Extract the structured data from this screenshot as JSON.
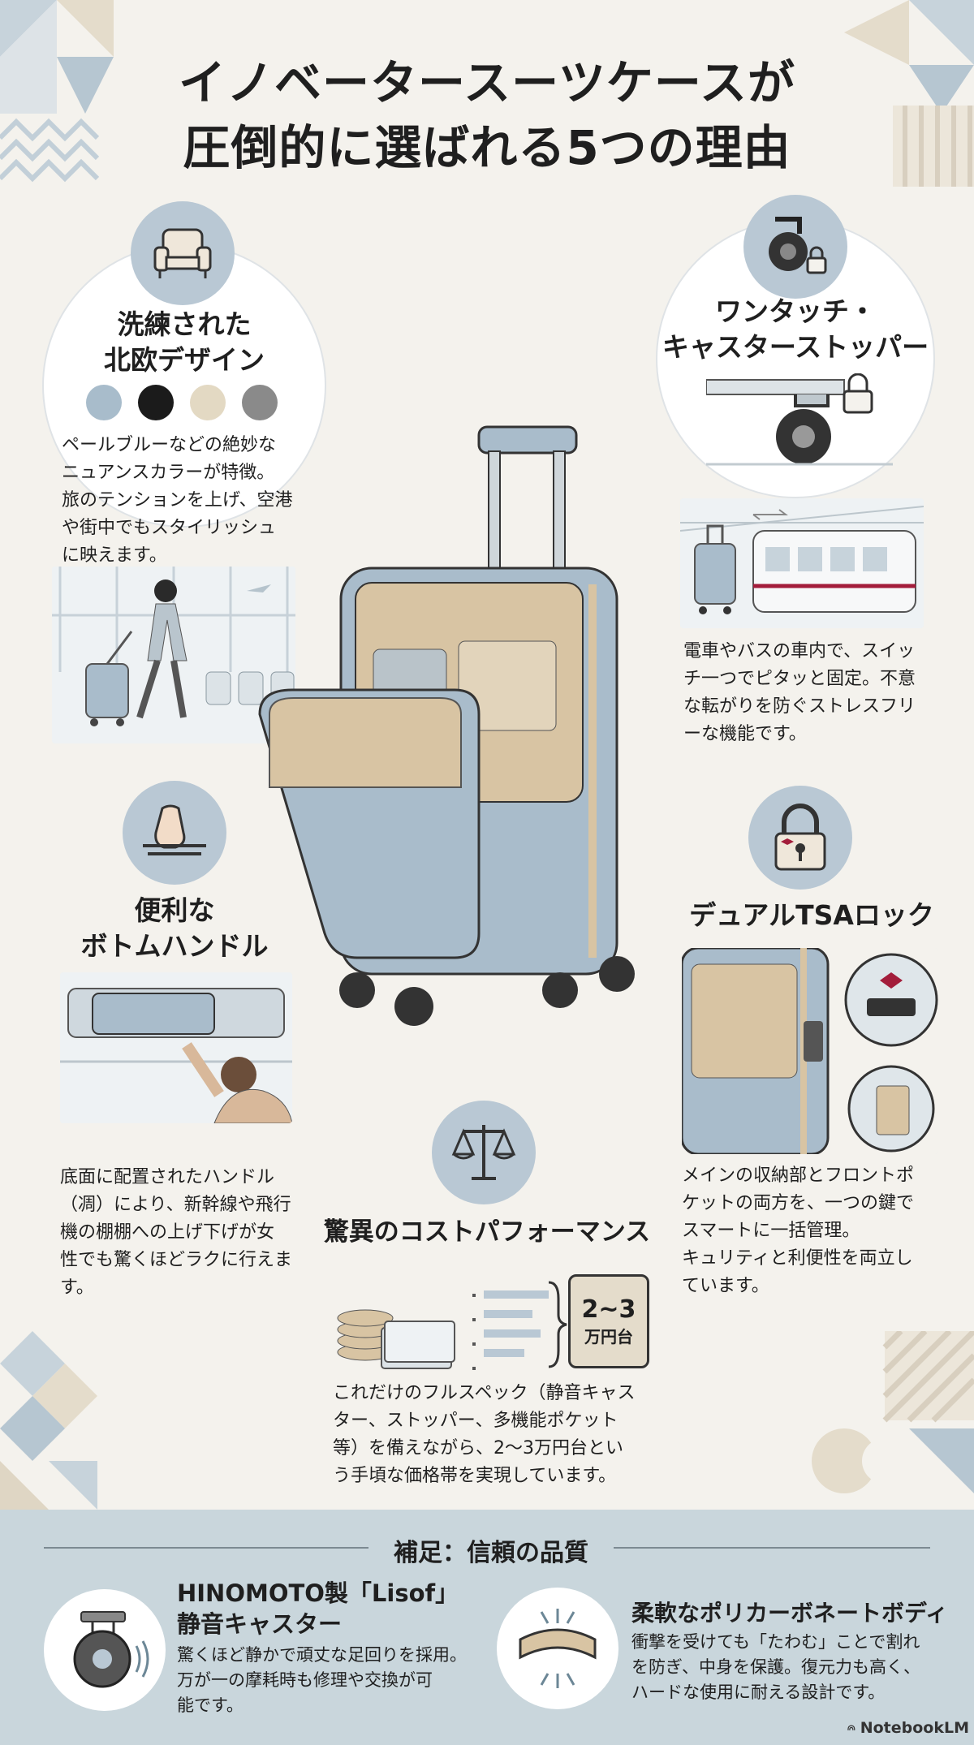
{
  "title": {
    "line1": "イノベータースーツケースが",
    "line2": "圧倒的に選ばれる5つの理由"
  },
  "design": {
    "heading_line1": "洗練された",
    "heading_line2": "北欧デザイン",
    "swatches": [
      "#a8bccb",
      "#1b1b1b",
      "#e3d9c3",
      "#8a8a8a"
    ],
    "body": [
      "ペールブルーなどの絶妙な",
      "ニュアンスカラーが特徴。",
      "旅のテンションを上げ、空港",
      "や街中でもスタイリッシュ",
      "に映えます。"
    ]
  },
  "stopper": {
    "heading_line1": "ワンタッチ・",
    "heading_line2": "キャスターストッパー",
    "body": [
      "電車やバスの車内で、スイッ",
      "チ一つでピタッと固定。不意",
      "な転がりを防ぐストレスフリ",
      "ーな機能です。"
    ]
  },
  "handle": {
    "heading_line1": "便利な",
    "heading_line2": "ボトムハンドル",
    "body": [
      "底面に配置されたハンドル",
      "（凋）により、新幹線や飛行",
      "機の棚棚への上げ下げが女",
      "性でも驚くほどラクに行えま",
      "す。"
    ]
  },
  "lock": {
    "heading": "デュアルTSAロック",
    "body": [
      "メインの収納部とフロントポ",
      "ケットの両方を、一つの鍵で",
      "スマートに一括管理。",
      "キュリティと利便性を両立し",
      "ています。"
    ]
  },
  "cost": {
    "heading": "驚異のコストパフォーマンス",
    "tag_line1": "2~3",
    "tag_line2": "万円台",
    "body": [
      "これだけのフルスペック（静音キャス",
      "ター、ストッパー、多機能ポケット",
      "等）を備えながら、2〜3万円台とい",
      "う手頃な価格帯を実現しています。"
    ]
  },
  "supplement": {
    "title": "補足：信頼の品質",
    "caster_title_line1": "HINOMOTO製「Lisof」",
    "caster_title_line2": "静音キャスター",
    "caster_body": [
      "驚くほど静かで頑丈な足回りを採用。",
      "万が一の摩耗時も修理や交換が可",
      "能です。"
    ],
    "body_title": "柔軟なポリカーボネートボディ",
    "body_body": [
      "衝撃を受けても「たわむ」ことで割れ",
      "を防ぎ、中身を保護。復元力も高く、",
      "ハードな使用に耐える設計です。"
    ]
  },
  "logo": "NotebookLM",
  "colors": {
    "icon_circle": "#b9c8d4",
    "suitcase_blue": "#a9bccb",
    "suitcase_beige": "#d8c4a3",
    "band": "#c9d6dc",
    "accent_red": "#a31d3b"
  }
}
